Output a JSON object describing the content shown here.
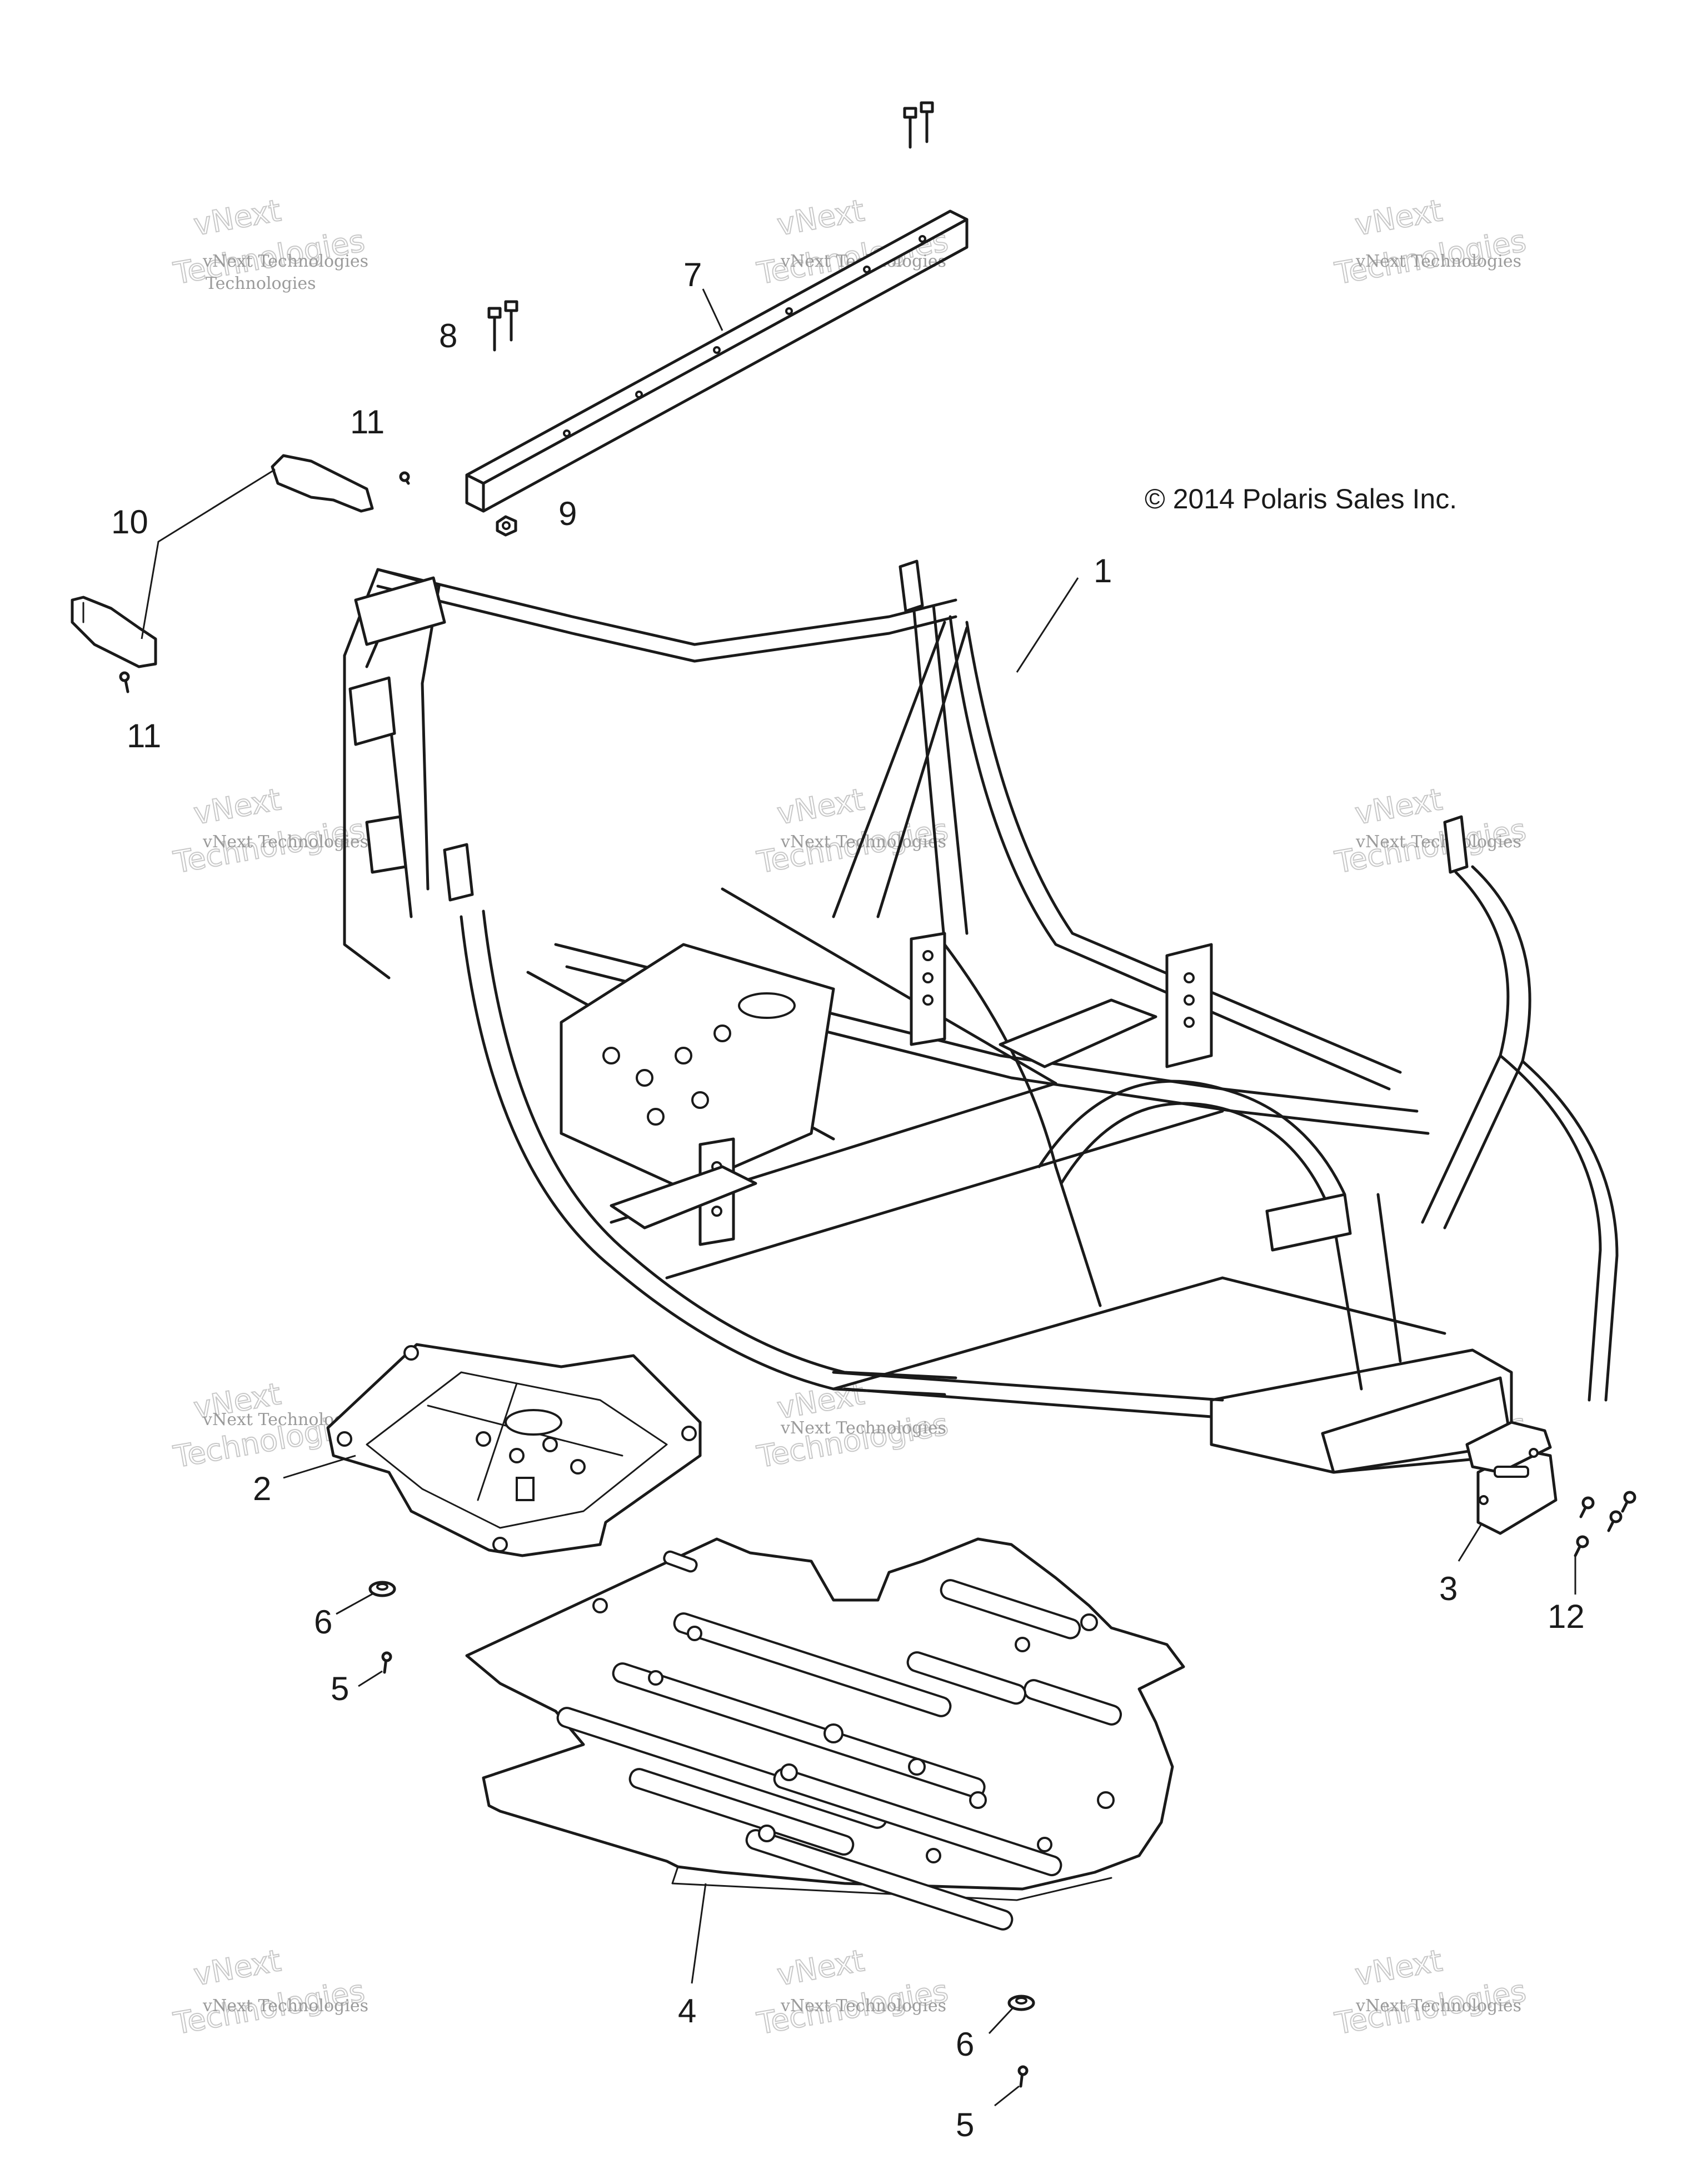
{
  "copyright": "© 2014 Polaris Sales Inc.",
  "watermark": {
    "line1": "vNext Technologies",
    "line2": "vNext",
    "line3": "Technologies"
  },
  "callouts": [
    "1",
    "2",
    "3",
    "4",
    "5",
    "5",
    "6",
    "6",
    "7",
    "8",
    "9",
    "10",
    "11",
    "11",
    "12"
  ],
  "colors": {
    "ink": "#1a1a1a",
    "watermark": "#c8c8c8",
    "background": "#ffffff"
  }
}
